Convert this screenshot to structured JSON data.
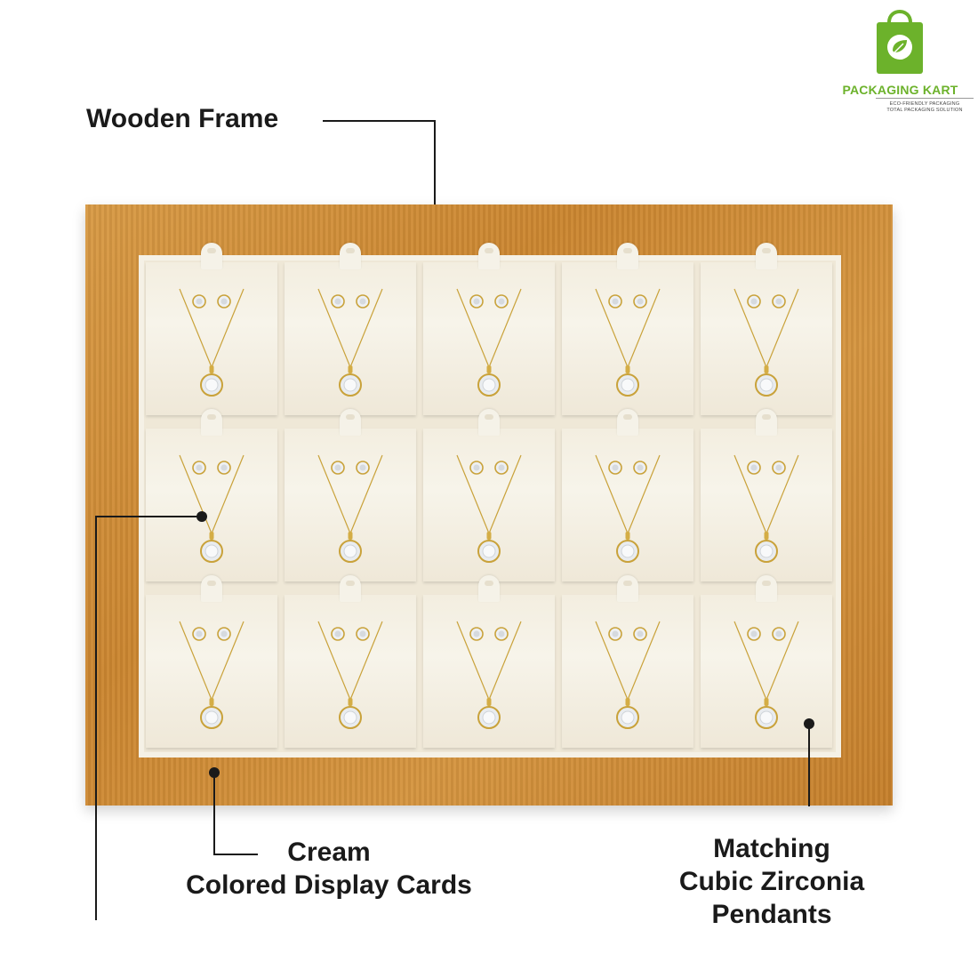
{
  "logo": {
    "brand": "PACKAGING KART",
    "tagline1": "ECO-FRIENDLY PACKAGING",
    "tagline2": "TOTAL PACKAGING SOLUTION",
    "color": "#6cb22b",
    "icon": "shopping-bag-leaf-icon"
  },
  "callouts": {
    "frame": "Wooden Frame",
    "cards_line1": "Cream",
    "cards_line2": "Colored Display Cards",
    "pendants_line1": "Matching",
    "pendants_line2": "Cubic Zirconia",
    "pendants_line3": "Pendants"
  },
  "tray": {
    "rows": 3,
    "columns": 5,
    "frame_color": "#cf8c37",
    "card_color": "#f3eee0",
    "item": "earring-and-pendant-set"
  }
}
